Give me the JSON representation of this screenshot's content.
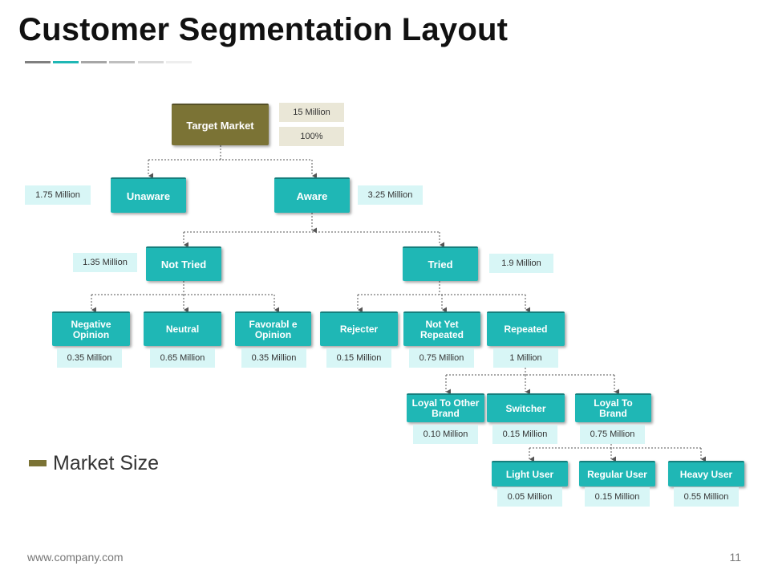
{
  "title": "Customer Segmentation Layout",
  "colors": {
    "teal": "#1fb7b5",
    "olive": "#7b7335",
    "value_box": "#d8f6f6",
    "root_value_box": "#eae7d7",
    "title_bar": [
      "#7f7f7f",
      "#1fb7b5",
      "#a6a6a6",
      "#bfbfbf",
      "#d9d9d9",
      "#eeeeee"
    ]
  },
  "root": {
    "label": "Target Market",
    "size": "15 Million",
    "percent": "100%"
  },
  "level1": [
    {
      "label": "Unaware",
      "value": "1.75 Million"
    },
    {
      "label": "Aware",
      "value": "3.25 Million"
    }
  ],
  "level2": [
    {
      "label": "Not Tried",
      "value": "1.35 Million"
    },
    {
      "label": "Tried",
      "value": "1.9 Million"
    }
  ],
  "level3": [
    {
      "label": "Negative Opinion",
      "value": "0.35 Million"
    },
    {
      "label": "Neutral",
      "value": "0.65 Million"
    },
    {
      "label": "Favorabl e Opinion",
      "value": "0.35 Million"
    },
    {
      "label": "Rejecter",
      "value": "0.15 Million"
    },
    {
      "label": "Not Yet Repeated",
      "value": "0.75 Million"
    },
    {
      "label": "Repeated",
      "value": "1 Million"
    }
  ],
  "level4": [
    {
      "label": "Loyal To Other Brand",
      "value": "0.10 Million"
    },
    {
      "label": "Switcher",
      "value": "0.15 Million"
    },
    {
      "label": "Loyal To Brand",
      "value": "0.75 Million"
    }
  ],
  "level5": [
    {
      "label": "Light User",
      "value": "0.05 Million"
    },
    {
      "label": "Regular User",
      "value": "0.15 Million"
    },
    {
      "label": "Heavy User",
      "value": "0.55 Million"
    }
  ],
  "legend": {
    "label": "Market Size"
  },
  "footer": {
    "url": "www.company.com",
    "page": "11"
  }
}
